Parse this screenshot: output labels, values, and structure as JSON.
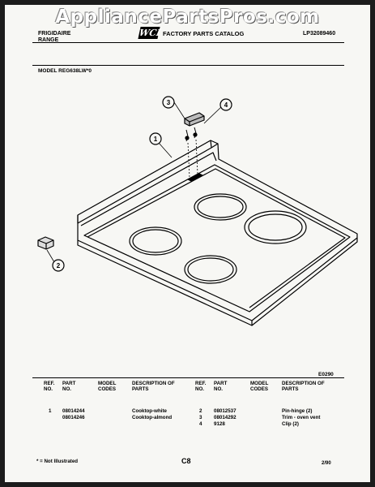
{
  "watermark": "AppliancePartsPros.com",
  "header": {
    "brand_line1": "FRIGIDAIRE",
    "brand_line2": "RANGE",
    "logo": "WCI",
    "catalog_title": "FACTORY PARTS CATALOG",
    "doc_number": "LP32089460"
  },
  "model": "MODEL REG638LW*0",
  "diagram": {
    "callouts": [
      "1",
      "2",
      "3",
      "4"
    ],
    "code": "E0290"
  },
  "table": {
    "headers": {
      "ref": "REF. NO.",
      "part": "PART NO.",
      "model": "MODEL CODES",
      "desc": "DESCRIPTION OF PARTS"
    },
    "left_rows": [
      {
        "ref": "1",
        "part": "08014244",
        "desc": "Cooktop-white"
      },
      {
        "ref": "",
        "part": "08014246",
        "desc": "Cooktop-almond"
      }
    ],
    "right_rows": [
      {
        "ref": "2",
        "part": "08012537",
        "desc": "Pin-hinge (2)"
      },
      {
        "ref": "3",
        "part": "08014292",
        "desc": "Trim - oven vent"
      },
      {
        "ref": "4",
        "part": "9128",
        "desc": "Clip (2)"
      }
    ]
  },
  "footer": {
    "note": "* = Not Illustrated",
    "page": "C8",
    "date": "2/90"
  }
}
